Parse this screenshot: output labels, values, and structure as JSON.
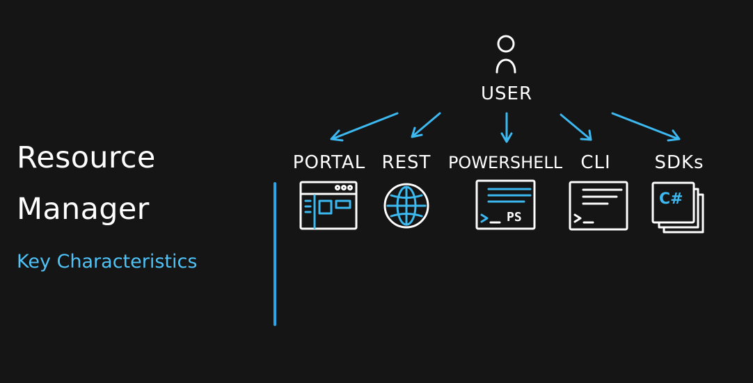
{
  "slide": {
    "title_line1": "Resource",
    "title_line2": "Manager",
    "subtitle": "Key Characteristics"
  },
  "diagram": {
    "root": {
      "label": "USER",
      "icon": "user-icon"
    },
    "targets": [
      {
        "label": "PORTAL",
        "icon": "browser-window-icon"
      },
      {
        "label": "REST",
        "icon": "globe-icon"
      },
      {
        "label": "POWERSHELL",
        "icon": "powershell-terminal-icon",
        "icon_text": "PS"
      },
      {
        "label": "CLI",
        "icon": "cli-terminal-icon"
      },
      {
        "label": "SDKs",
        "icon": "sdk-stack-icon",
        "icon_text": "C#"
      }
    ]
  },
  "colors": {
    "background": "#151515",
    "text": "#ffffff",
    "accent": "#3cb9f0",
    "subtitle": "#4fc3f7"
  }
}
